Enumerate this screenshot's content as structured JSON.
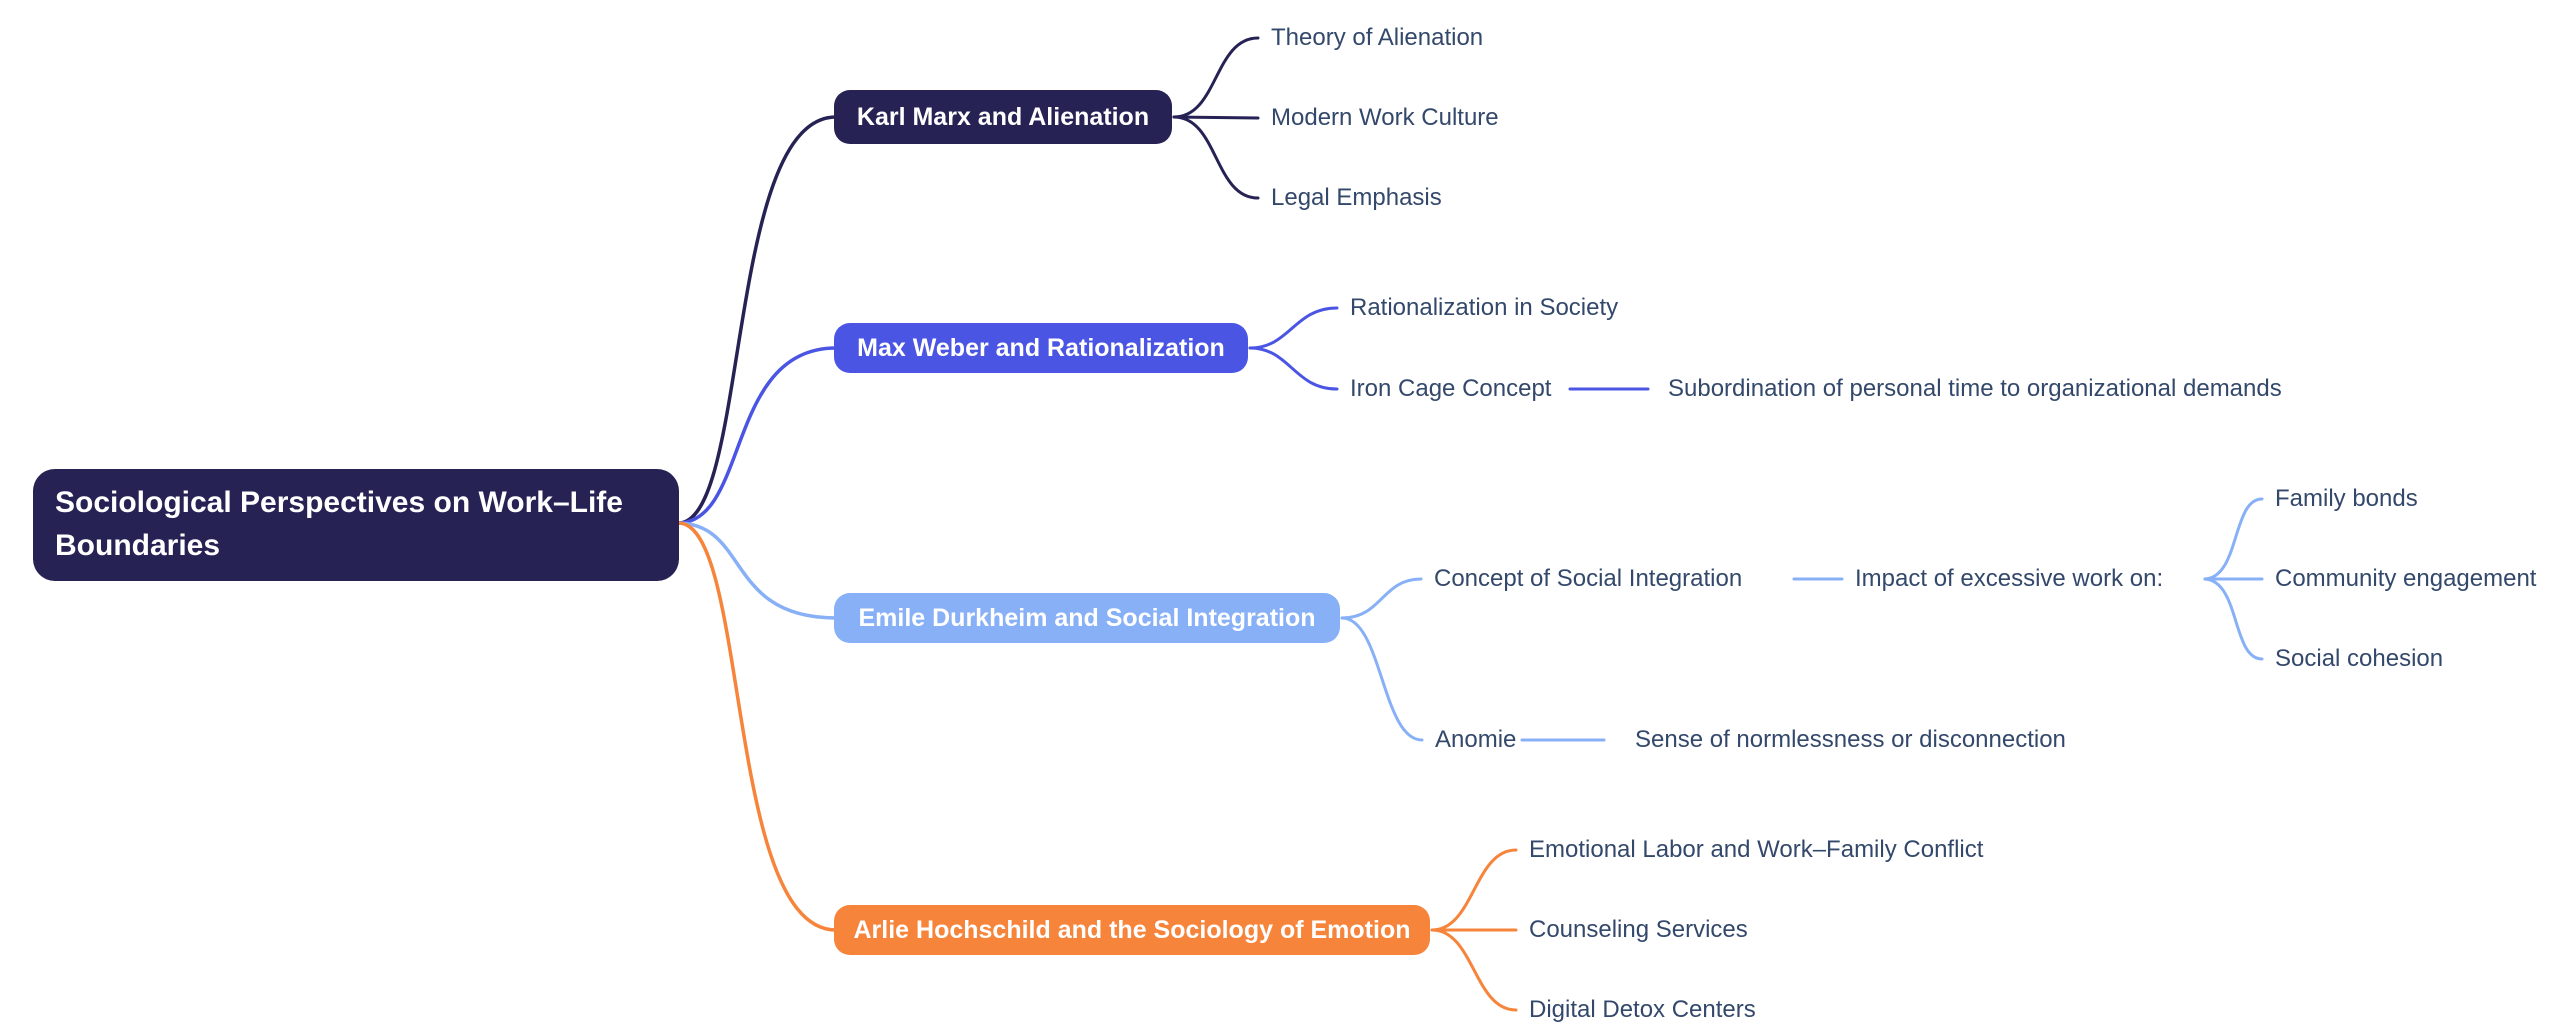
{
  "root": {
    "label": "Sociological Perspectives on Work–Life Boundaries",
    "bg": "#262254",
    "text_color": "#FFFFFF"
  },
  "branches": [
    {
      "label": "Karl Marx and Alienation",
      "color": "#262254",
      "children": [
        {
          "label": "Theory of Alienation"
        },
        {
          "label": "Modern Work Culture"
        },
        {
          "label": "Legal Emphasis"
        }
      ]
    },
    {
      "label": "Max Weber and Rationalization",
      "color": "#4B55E3",
      "children": [
        {
          "label": "Rationalization in Society"
        },
        {
          "label": "Iron Cage Concept",
          "children": [
            {
              "label": "Subordination of personal time to organizational demands"
            }
          ]
        }
      ]
    },
    {
      "label": "Emile Durkheim and Social Integration",
      "color": "#87B0F7",
      "children": [
        {
          "label": "Concept of Social Integration",
          "children": [
            {
              "label": "Impact of excessive work on:",
              "children": [
                {
                  "label": "Family bonds"
                },
                {
                  "label": "Community engagement"
                },
                {
                  "label": "Social cohesion"
                }
              ]
            }
          ]
        },
        {
          "label": "Anomie",
          "children": [
            {
              "label": "Sense of normlessness or disconnection"
            }
          ]
        }
      ]
    },
    {
      "label": "Arlie Hochschild and the Sociology of Emotion",
      "color": "#F6843B",
      "children": [
        {
          "label": "Emotional Labor and Work–Family Conflict"
        },
        {
          "label": "Counseling Services"
        },
        {
          "label": "Digital Detox Centers"
        }
      ]
    }
  ],
  "colors": {
    "background": "#FFFFFF",
    "leaf_text": "#33486B",
    "branch_marx": "#262254",
    "branch_weber": "#4B55E3",
    "branch_durkheim": "#87B0F7",
    "branch_hochschild": "#F6843B"
  }
}
